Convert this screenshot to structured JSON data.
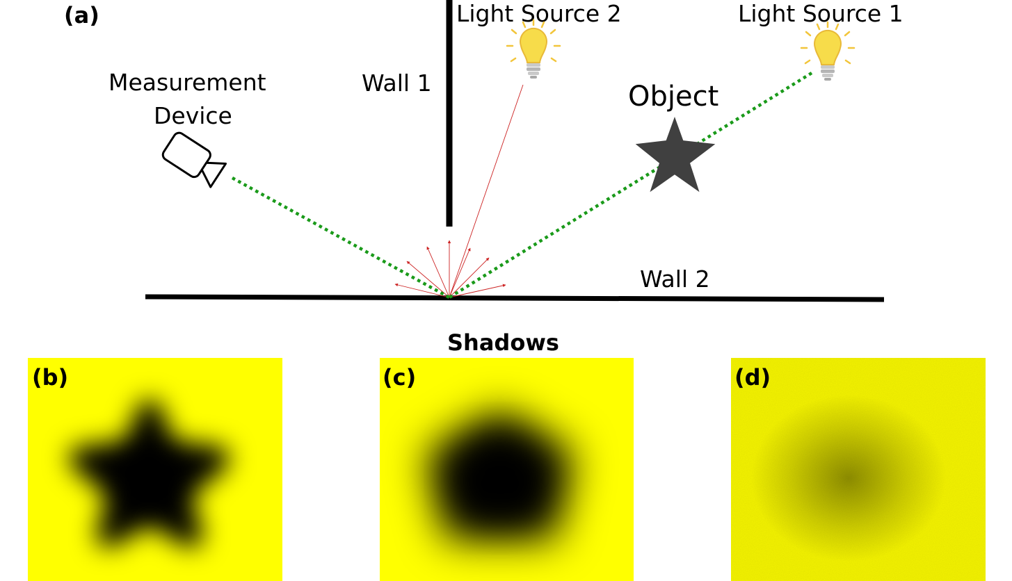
{
  "panel_labels": {
    "a": "(a)",
    "b": "(b)",
    "c": "(c)",
    "d": "(d)"
  },
  "scene": {
    "light_source_1": "Light Source 1",
    "light_source_2": "Light Source 2",
    "measurement_device_line1": "Measurement",
    "measurement_device_line2": "Device",
    "wall_1": "Wall 1",
    "wall_2": "Wall 2",
    "object": "Object"
  },
  "shadows_title": "Shadows",
  "colors": {
    "wall": "#000000",
    "object": "#404040",
    "direct_path": "#1a9a1a",
    "scatter_rays": "#cc2222",
    "bulb": "#f7dc4a",
    "bulb_rays": "#f2c53a",
    "shadow_background": "#ffff00",
    "shadow_dark": "#000000"
  },
  "icons": {
    "light_source": "lightbulb-icon",
    "measurement_device": "camera-icon",
    "object": "star-icon"
  }
}
